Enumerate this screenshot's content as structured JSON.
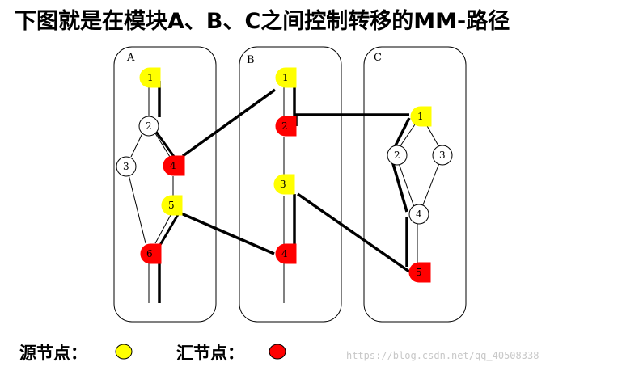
{
  "title": "下图就是在模块A、B、C之间控制转移的MM-路径",
  "modules": [
    {
      "label": "A",
      "nodes": [
        {
          "id": "1",
          "type": "source"
        },
        {
          "id": "2",
          "type": "normal"
        },
        {
          "id": "3",
          "type": "normal"
        },
        {
          "id": "4",
          "type": "sink"
        },
        {
          "id": "5",
          "type": "source"
        },
        {
          "id": "6",
          "type": "sink"
        }
      ]
    },
    {
      "label": "B",
      "nodes": [
        {
          "id": "1",
          "type": "source"
        },
        {
          "id": "2",
          "type": "sink"
        },
        {
          "id": "3",
          "type": "source"
        },
        {
          "id": "4",
          "type": "sink"
        }
      ]
    },
    {
      "label": "C",
      "nodes": [
        {
          "id": "1",
          "type": "source"
        },
        {
          "id": "2",
          "type": "normal"
        },
        {
          "id": "3",
          "type": "normal"
        },
        {
          "id": "4",
          "type": "normal"
        },
        {
          "id": "5",
          "type": "sink"
        }
      ]
    }
  ],
  "legend": {
    "source_label": "源节点：",
    "sink_label": "汇节点："
  },
  "colors": {
    "source": "#ffff00",
    "sink": "#ff0000",
    "normal": "#ffffff",
    "stroke": "#000000"
  },
  "watermark": "https://blog.csdn.net/qq_40508338"
}
